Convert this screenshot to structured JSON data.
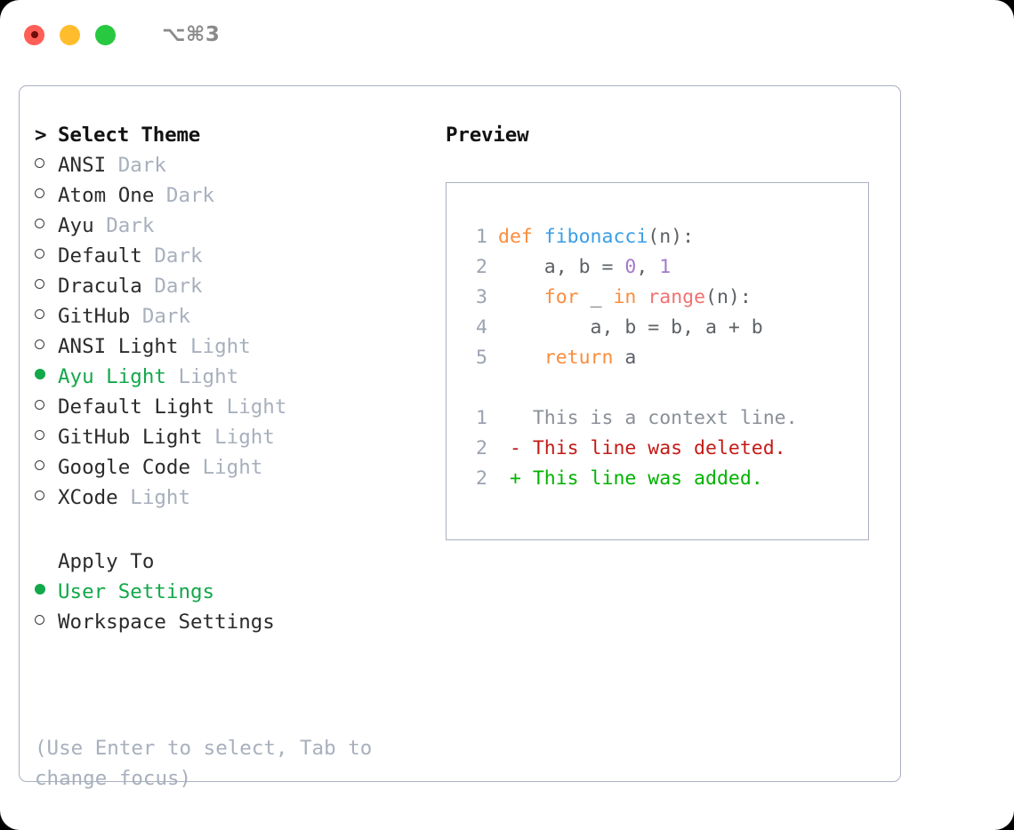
{
  "window": {
    "shortcut": "⌥⌘3",
    "traffic_lights": [
      {
        "name": "close",
        "color": "#ff5f57"
      },
      {
        "name": "minimize",
        "color": "#ffbd2e"
      },
      {
        "name": "maximize",
        "color": "#28c840"
      }
    ]
  },
  "theme_picker": {
    "prompt_marker": ">",
    "header": "Select Theme",
    "selected_theme": "Ayu Light",
    "accent_color": "#13a84a",
    "items": [
      {
        "marker": "○",
        "label": "ANSI",
        "tag": "Dark",
        "selected": false
      },
      {
        "marker": "○",
        "label": "Atom One",
        "tag": "Dark",
        "selected": false
      },
      {
        "marker": "○",
        "label": "Ayu",
        "tag": "Dark",
        "selected": false
      },
      {
        "marker": "○",
        "label": "Default",
        "tag": "Dark",
        "selected": false
      },
      {
        "marker": "○",
        "label": "Dracula",
        "tag": "Dark",
        "selected": false
      },
      {
        "marker": "○",
        "label": "GitHub",
        "tag": "Dark",
        "selected": false
      },
      {
        "marker": "○",
        "label": "ANSI Light",
        "tag": "Light",
        "selected": false
      },
      {
        "marker": "●",
        "label": "Ayu Light",
        "tag": "Light",
        "selected": true
      },
      {
        "marker": "○",
        "label": "Default Light",
        "tag": "Light",
        "selected": false
      },
      {
        "marker": "○",
        "label": "GitHub Light",
        "tag": "Light",
        "selected": false
      },
      {
        "marker": "○",
        "label": "Google Code",
        "tag": "Light",
        "selected": false
      },
      {
        "marker": "○",
        "label": "XCode",
        "tag": "Light",
        "selected": false
      }
    ]
  },
  "apply_to": {
    "header": "Apply To",
    "selected_option": "User Settings",
    "options": [
      {
        "marker": "●",
        "label": "User Settings",
        "selected": true
      },
      {
        "marker": "○",
        "label": "Workspace Settings",
        "selected": false
      }
    ]
  },
  "hint": "(Use Enter to select, Tab to change focus)",
  "preview": {
    "title": "Preview",
    "code_lines": [
      {
        "number": "1",
        "tokens": [
          {
            "text": "def ",
            "kind": "kw"
          },
          {
            "text": "fibonacci",
            "kind": "fn"
          },
          {
            "text": "(n):",
            "kind": "pln"
          }
        ]
      },
      {
        "number": "2",
        "tokens": [
          {
            "text": "    a, b = ",
            "kind": "pln"
          },
          {
            "text": "0",
            "kind": "num"
          },
          {
            "text": ", ",
            "kind": "pln"
          },
          {
            "text": "1",
            "kind": "num"
          }
        ]
      },
      {
        "number": "3",
        "tokens": [
          {
            "text": "    ",
            "kind": "pln"
          },
          {
            "text": "for",
            "kind": "kw"
          },
          {
            "text": " _ ",
            "kind": "pln"
          },
          {
            "text": "in",
            "kind": "kw"
          },
          {
            "text": " ",
            "kind": "pln"
          },
          {
            "text": "range",
            "kind": "bi"
          },
          {
            "text": "(n):",
            "kind": "pln"
          }
        ]
      },
      {
        "number": "4",
        "tokens": [
          {
            "text": "        a, b = b, a + b",
            "kind": "pln"
          }
        ]
      },
      {
        "number": "5",
        "tokens": [
          {
            "text": "    ",
            "kind": "pln"
          },
          {
            "text": "return",
            "kind": "kw"
          },
          {
            "text": " a",
            "kind": "pln"
          }
        ]
      }
    ],
    "diff_lines": [
      {
        "number": "1",
        "sign": " ",
        "text": "This is a context line.",
        "kind": "ctx"
      },
      {
        "number": "2",
        "sign": "-",
        "text": "This line was deleted.",
        "kind": "del"
      },
      {
        "number": "2",
        "sign": "+",
        "text": "This line was added.",
        "kind": "add"
      }
    ]
  }
}
